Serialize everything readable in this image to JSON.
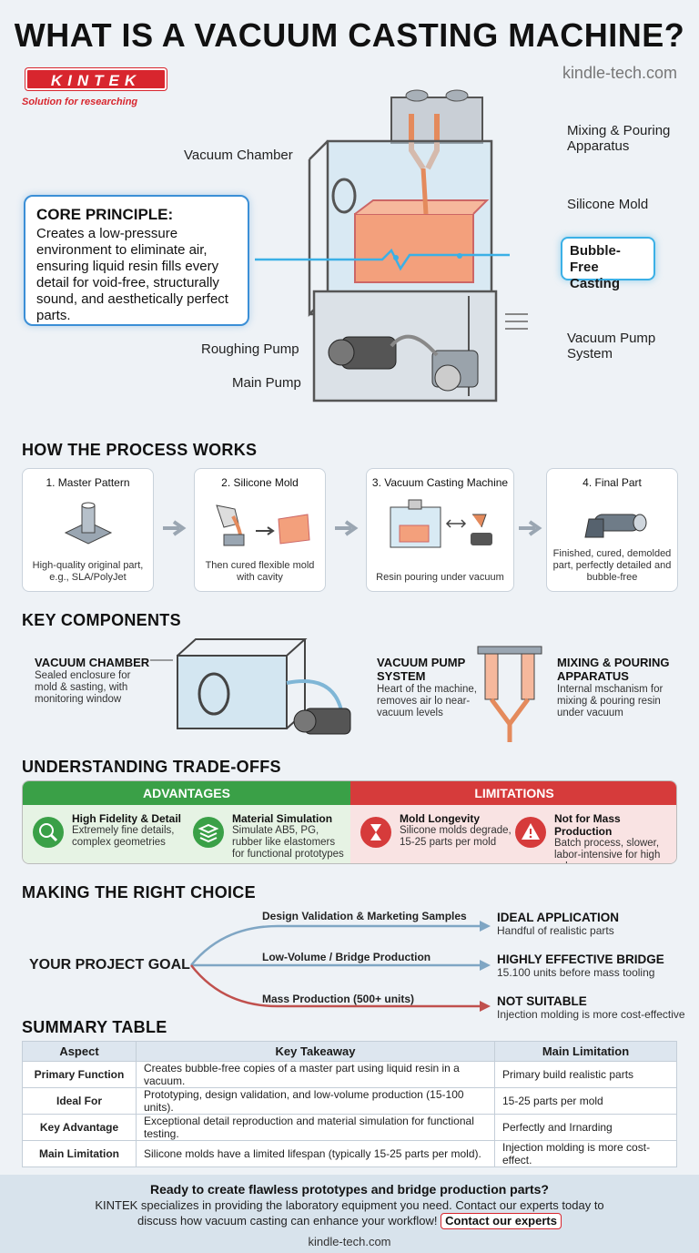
{
  "header": {
    "title": "WHAT IS A VACUUM CASTING MACHINE?",
    "logo_text": "KINTEK",
    "tagline": "Solution for researching",
    "site": "kindle-tech.com"
  },
  "hero": {
    "labels": {
      "vacuum_chamber": "Vacuum Chamber",
      "mixing": "Mixing & Pouring Apparatus",
      "silicone_mold": "Silicone Mold",
      "bubble_free": "Bubble-Free Casting",
      "roughing_pump": "Roughing Pump",
      "main_pump": "Main Pump",
      "vacuum_pump_system": "Vacuum Pump System"
    },
    "core_title": "CORE PRINCIPLE:",
    "core_body": "Creates a low-pressure environment to eliminate air, ensuring liquid resin fills every detail for void-free, structurally sound, and aesthetically perfect parts."
  },
  "process": {
    "heading": "HOW THE PROCESS WORKS",
    "steps": [
      {
        "title": "1. Master Pattern",
        "desc": "High-quality original part, e.g., SLA/PolyJet"
      },
      {
        "title": "2. Silicone Mold",
        "desc": "Then cured flexible mold with cavity"
      },
      {
        "title": "3. Vacuum Casting Machine",
        "desc": "Resin pouring under vacuum"
      },
      {
        "title": "4. Final Part",
        "desc": "Finished, cured, demolded part, perfectly detailed and bubble-free"
      }
    ]
  },
  "components": {
    "heading": "KEY COMPONENTS",
    "items": [
      {
        "title": "VACUUM CHAMBER",
        "desc": "Sealed enclosure for mold & sasting, with monitoring window"
      },
      {
        "title": "VACUUM PUMP SYSTEM",
        "desc": "Heart of the machine, removes air lo near-vacuum levels"
      },
      {
        "title": "MIXING & POURING APPARATUS",
        "desc": "Internal mschanism for mixing & pouring resin under vacuum"
      }
    ]
  },
  "tradeoffs": {
    "heading": "UNDERSTANDING TRADE-OFFS",
    "advantages_label": "ADVANTAGES",
    "limitations_label": "LIMITATIONS",
    "advantages": [
      {
        "title": "High Fidelity & Detail",
        "desc": "Extremely fine details, complex geometries",
        "icon": "magnifier-icon"
      },
      {
        "title": "Material Simulation",
        "desc": "Simulate AB5, PG, rubber like elastomers for functional prototypes",
        "icon": "layers-icon"
      }
    ],
    "limitations": [
      {
        "title": "Mold Longevity",
        "desc": "Silicone molds degrade, 15-25 parts per mold",
        "icon": "hourglass-icon"
      },
      {
        "title": "Not for Mass Production",
        "desc": "Batch process, slower, labor-intensive for high volumes",
        "icon": "warning-icon"
      }
    ],
    "colors": {
      "advantage": "#3aa047",
      "limitation": "#d63b3b"
    }
  },
  "choice": {
    "heading": "MAKING THE RIGHT CHOICE",
    "goal": "YOUR PROJECT GOAL",
    "paths": [
      {
        "label": "Design Validation & Marketing Samples",
        "result": "IDEAL APPLICATION",
        "note": "Handful of realistic parts"
      },
      {
        "label": "Low-Volume / Bridge Production",
        "result": "HIGHLY EFFECTIVE BRIDGE",
        "note": "15.100 units before mass tooling"
      },
      {
        "label": "Mass Production (500+ units)",
        "result": "NOT SUITABLE",
        "note": "Injection molding is more cost-effective"
      }
    ]
  },
  "summary": {
    "heading": "SUMMARY TABLE",
    "columns": [
      "Aspect",
      "Key Takeaway",
      "Main Limitation"
    ],
    "rows": [
      [
        "Primary Function",
        "Creates bubble-free copies of a master part using liquid resin in a vacuum.",
        "Primary build realistic parts"
      ],
      [
        "Ideal For",
        "Prototyping, design validation, and low-volume production (15-100 units).",
        "15-25 parts per mold"
      ],
      [
        "Key Advantage",
        "Exceptional detail reproduction and material simulation for functional testing.",
        "Perfectly and Irnarding"
      ],
      [
        "Main Limitation",
        "Silicone molds have a limited lifespan (typically 15-25 parts per mold).",
        "Injection molding is more cost-effect."
      ]
    ]
  },
  "footer": {
    "headline": "Ready to create flawless prototypes and bridge production parts?",
    "body": "KINTEK specializes in providing the laboratory equipment you need. Contact our experts today to discuss how vacuum casting can enhance your workflow!",
    "cta": "Contact our experts",
    "site": "kindle-tech.com"
  }
}
